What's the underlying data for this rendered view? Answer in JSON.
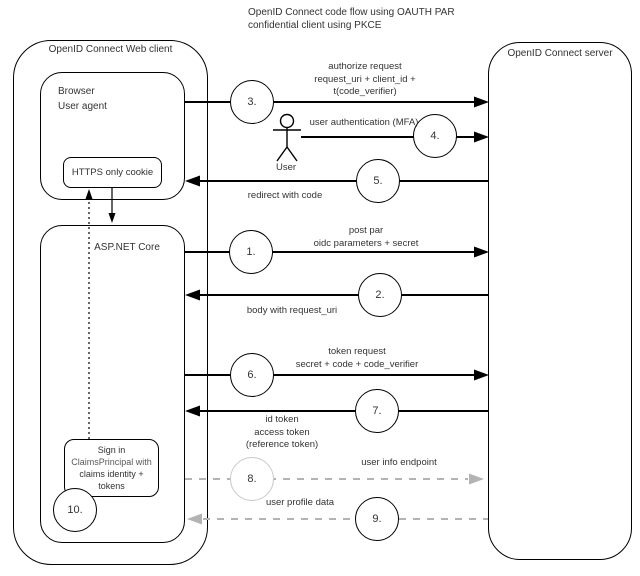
{
  "title": {
    "line1": "OpenID Connect code flow using OAUTH PAR",
    "line2": "confidential client using PKCE"
  },
  "containers": {
    "web_client_label": "OpenID Connect Web client",
    "server_label": "OpenID Connect server",
    "browser_line1": "Browser",
    "browser_line2": "User agent",
    "cookie_label": "HTTPS only cookie",
    "aspnet_label": "ASP.NET Core",
    "signin_line1": "Sign in",
    "signin_line2": "ClaimsPrincipal with",
    "signin_line3": "claims identity +",
    "signin_line4": "tokens"
  },
  "actor": {
    "label": "User"
  },
  "steps": [
    "1.",
    "2.",
    "3.",
    "4.",
    "5.",
    "6.",
    "7.",
    "8.",
    "9.",
    "10."
  ],
  "messages": {
    "authorize_request": [
      "authorize request",
      "request_uri + client_id +",
      "t(code_verifier)"
    ],
    "user_auth": "user authentication (MFA)",
    "redirect_code": "redirect with code",
    "post_par": [
      "post par",
      "oidc parameters + secret"
    ],
    "body_request_uri": "body with request_uri",
    "token_request": [
      "token request",
      "secret + code + code_verifier"
    ],
    "tokens_returned": [
      "id token",
      "access token",
      "(reference token)"
    ],
    "user_info": "user info endpoint",
    "user_profile": "user profile data"
  },
  "colors": {
    "solid_line": "#000000",
    "dashed_line": "#b3b3b3",
    "text": "#333333",
    "muted_circle_border": "#c9c9c9"
  }
}
